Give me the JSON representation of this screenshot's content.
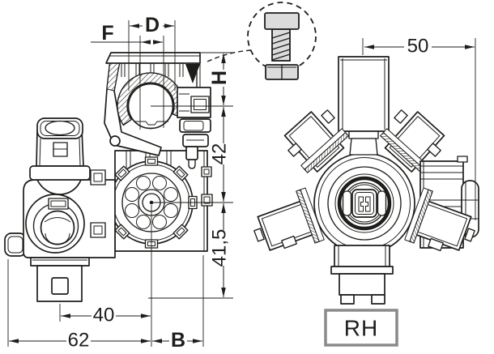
{
  "drawing": {
    "type": "technical-two-view-valve-drawing",
    "dimensions": {
      "d": "D",
      "f": "F",
      "h": "H",
      "v_mid": "42",
      "v_low": "41,5",
      "w_inner": "40",
      "w_outer": "62",
      "b": "B",
      "front_width": "50"
    },
    "badge": {
      "label": "RH"
    },
    "colors": {
      "line": "#1d1d1b",
      "metal_fill": "#dcdcdc",
      "rh_border": "#8a8a8a",
      "rh_text": "#c3c8d0"
    }
  }
}
